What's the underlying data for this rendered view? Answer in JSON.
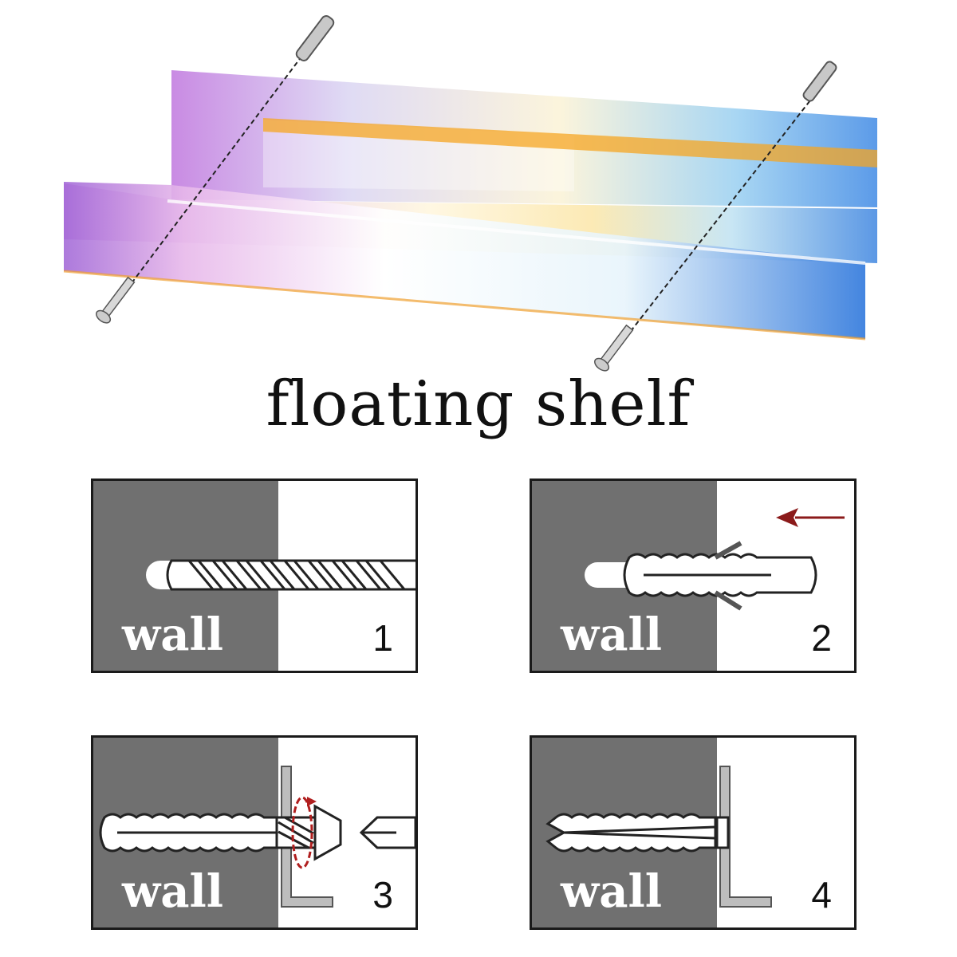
{
  "title": "floating shelf",
  "steps": [
    {
      "label": "wall",
      "number": "1",
      "illustration": "drill-bit-icon"
    },
    {
      "label": "wall",
      "number": "2",
      "illustration": "wall-anchor-icon"
    },
    {
      "label": "wall",
      "number": "3",
      "illustration": "screwdriver-icon"
    },
    {
      "label": "wall",
      "number": "4",
      "illustration": "installed-anchor-icon"
    }
  ],
  "colors": {
    "wall": "#707070",
    "arrow": "#8b1a1a",
    "frame": "#1a1a1a"
  }
}
